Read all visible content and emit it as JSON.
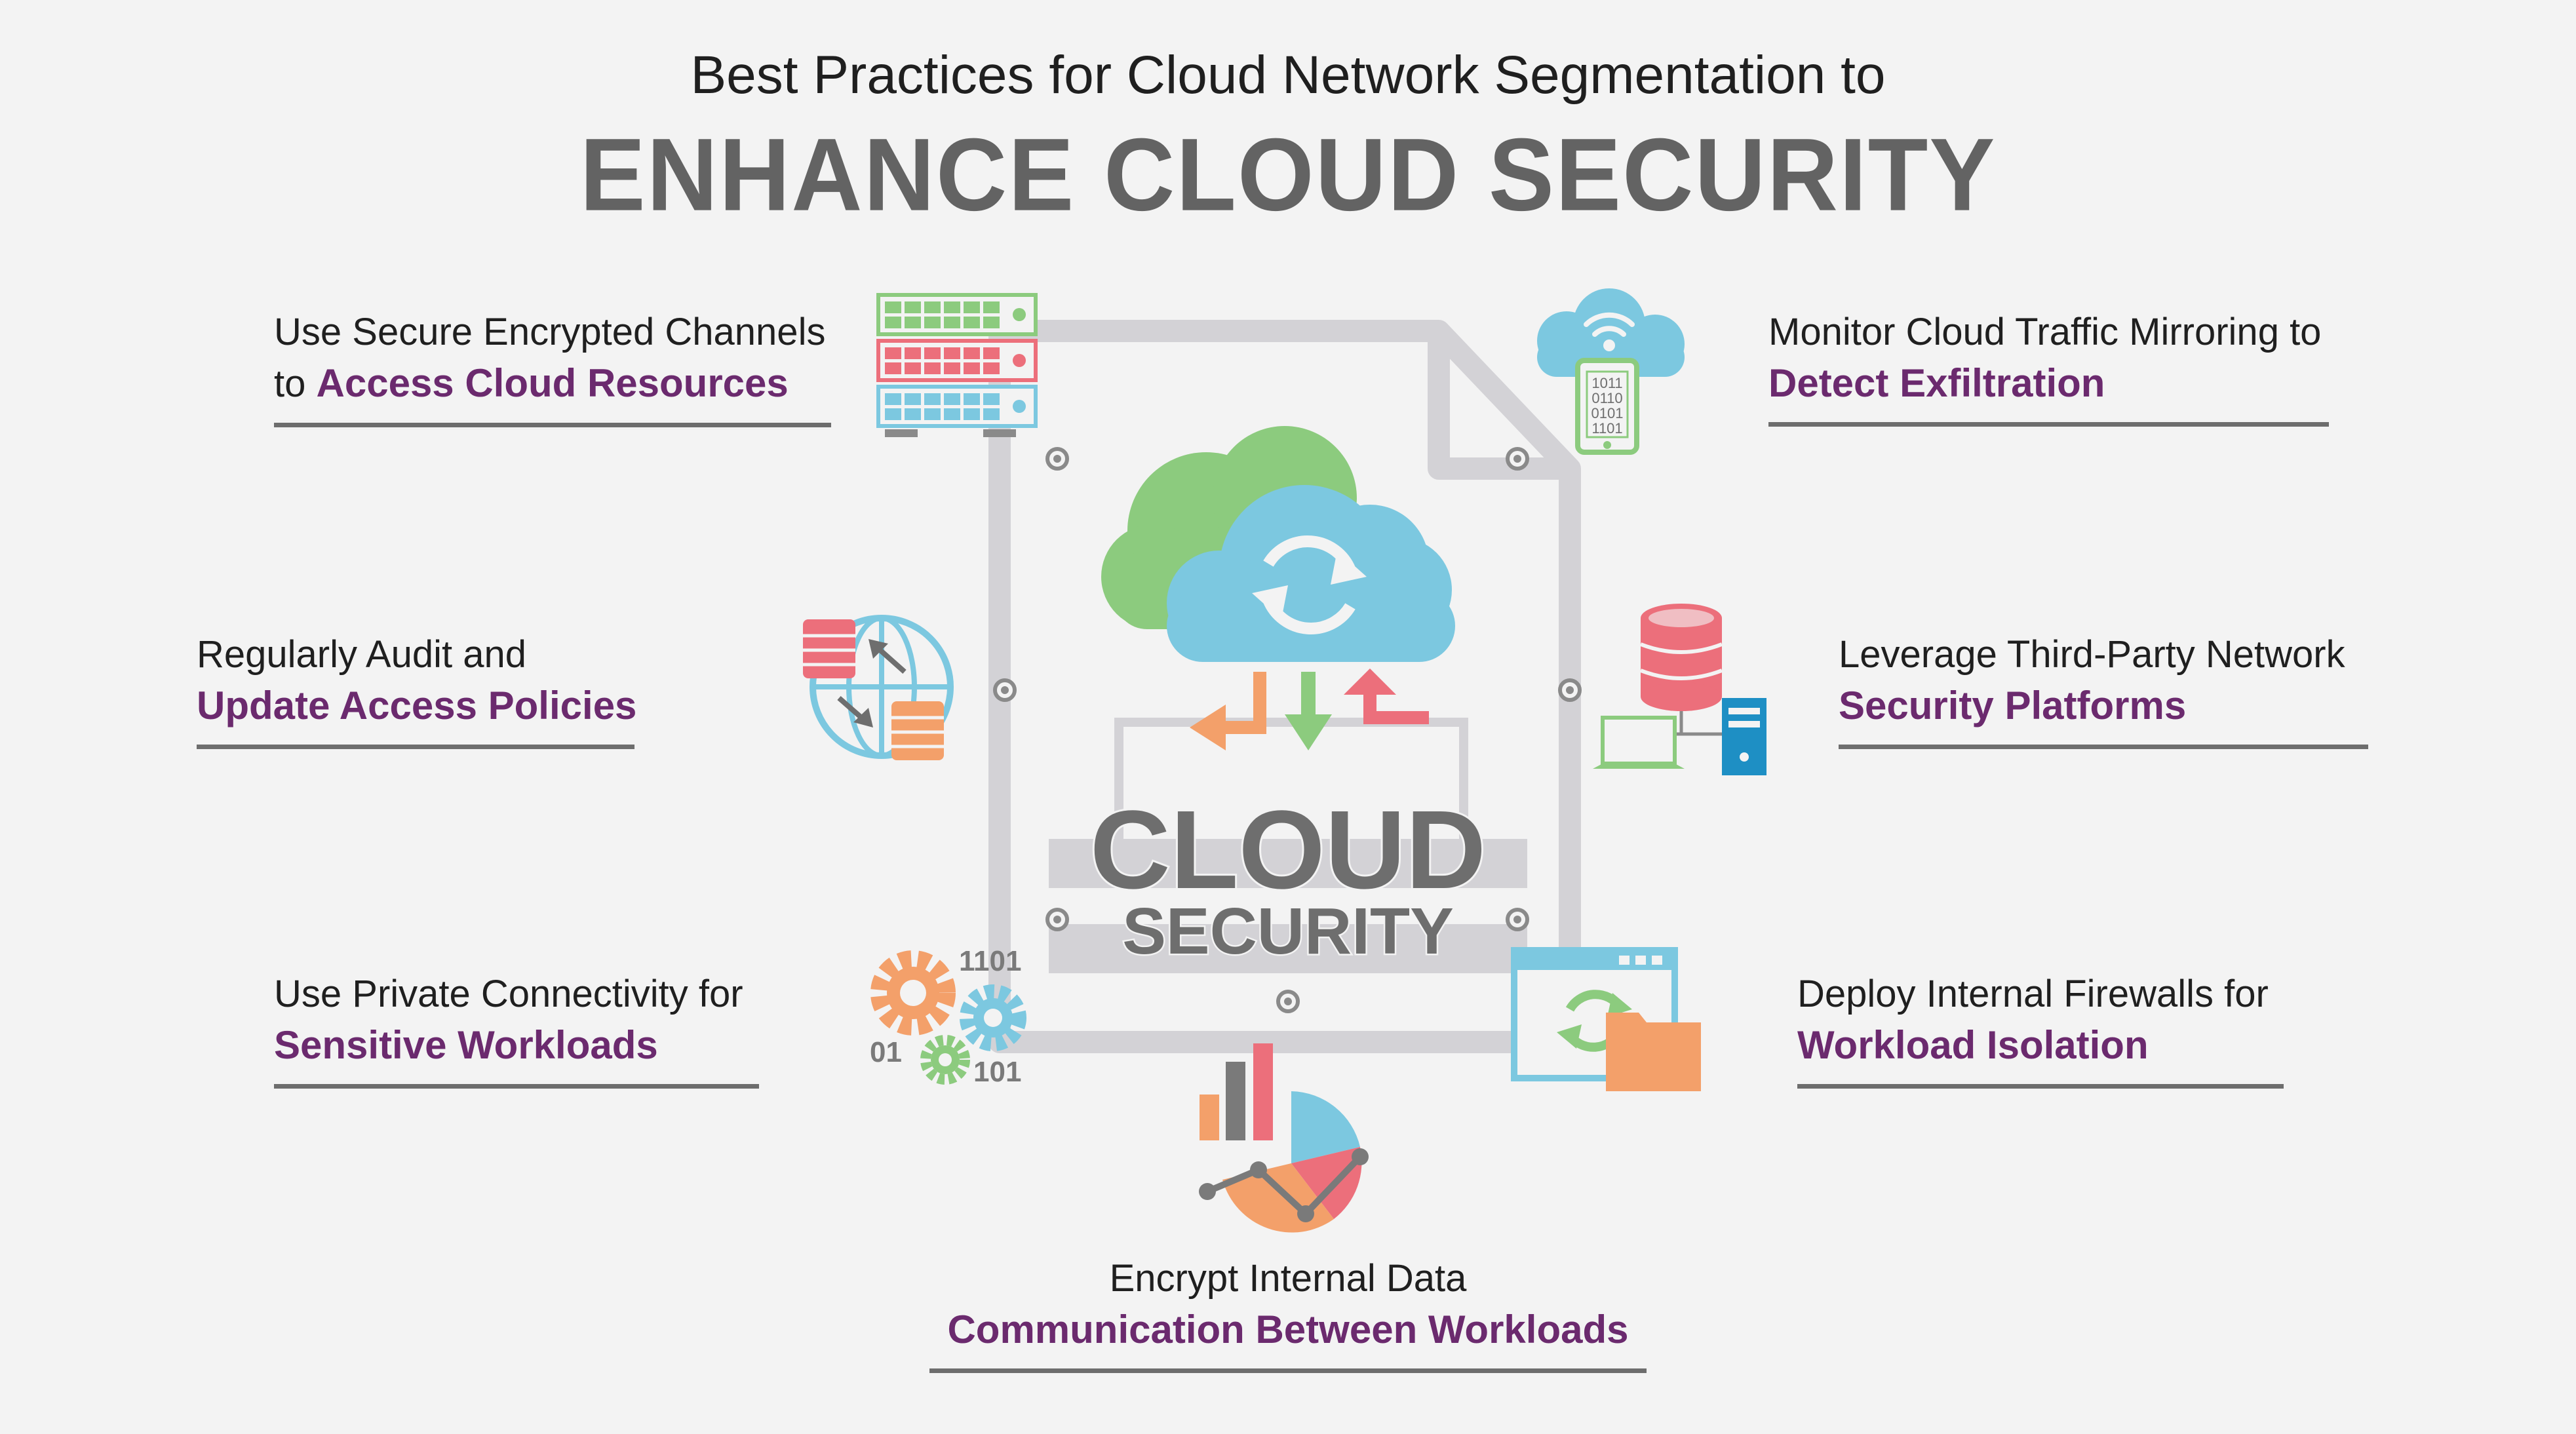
{
  "header": {
    "title": "Best Practices for Cloud Network Segmentation to",
    "subtitle": "ENHANCE CLOUD SECURITY"
  },
  "center": {
    "line1": "CLOUD",
    "line2": "SECURITY"
  },
  "items": [
    {
      "line1": "Use Secure Encrypted Channels",
      "line2_prefix": "to ",
      "line2": "Access Cloud Resources",
      "icon": "server-rack-icon"
    },
    {
      "line1": "Regularly Audit and",
      "line2_prefix": "",
      "line2": "Update Access Policies",
      "icon": "globe-database-icon"
    },
    {
      "line1": "Use Private Connectivity for",
      "line2_prefix": "",
      "line2": "Sensitive Workloads",
      "icon": "gears-binary-icon"
    },
    {
      "line1": "Monitor Cloud Traffic Mirroring to",
      "line2_prefix": "",
      "line2": "Detect Exfiltration",
      "icon": "cloud-phone-icon"
    },
    {
      "line1": "Leverage Third-Party Network",
      "line2_prefix": "",
      "line2": "Security Platforms",
      "icon": "network-database-icon"
    },
    {
      "line1": "Deploy Internal Firewalls for",
      "line2_prefix": "",
      "line2": "Workload Isolation",
      "icon": "window-folder-icon"
    },
    {
      "line1": "Encrypt Internal Data",
      "line2_prefix": "",
      "line2": "Communication Between Workloads",
      "icon": "chart-analytics-icon"
    }
  ],
  "gears_text": {
    "a": "1101",
    "b": "01",
    "c": "101"
  },
  "phone_text": [
    "1011",
    "0110",
    "0101",
    "1101"
  ],
  "colors": {
    "accent": "#6b2a6e",
    "green": "#8ccb7e",
    "blue": "#7cc8e0",
    "red": "#ec6f7b",
    "orange": "#f3a06a",
    "gray": "#d3d2d6"
  }
}
